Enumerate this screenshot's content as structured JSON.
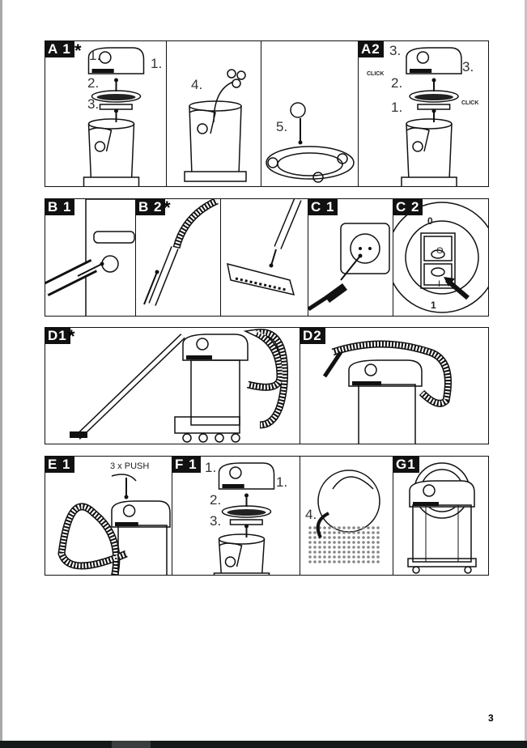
{
  "page_number": "3",
  "panels": {
    "A1": {
      "label": "A 1",
      "asterisk": "*",
      "steps": [
        "1.",
        "1.",
        "2.",
        "3."
      ]
    },
    "A1b": {
      "steps": [
        "4."
      ]
    },
    "A1c": {
      "steps": [
        "5."
      ]
    },
    "A2": {
      "label": "A2",
      "steps": [
        "3.",
        "3.",
        "2.",
        "1."
      ],
      "click": "CLICK"
    },
    "B1": {
      "label": "B 1"
    },
    "B2": {
      "label": "B 2",
      "asterisk": "*"
    },
    "C1": {
      "label": "C 1"
    },
    "C2": {
      "label": "C 2",
      "off": "0",
      "on": "1",
      "switch_off": "O",
      "switch_on": "I"
    },
    "D1": {
      "label": "D1",
      "asterisk": "*"
    },
    "D2": {
      "label": "D2"
    },
    "E1": {
      "label": "E 1",
      "push": "3 x PUSH"
    },
    "F1": {
      "label": "F 1",
      "steps": [
        "1.",
        "1.",
        "2.",
        "3."
      ]
    },
    "F1b": {
      "steps": [
        "4."
      ]
    },
    "G1": {
      "label": "G1"
    }
  }
}
